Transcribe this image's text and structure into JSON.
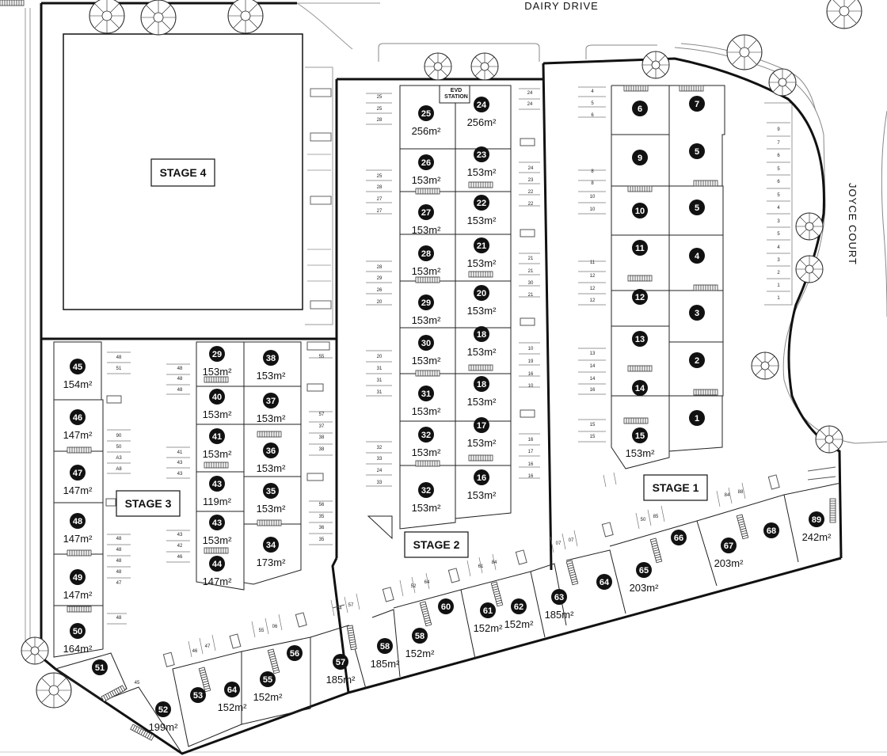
{
  "roads": {
    "dairy_drive": "DAIRY DRIVE",
    "joyce_court": "JOYCE COURT"
  },
  "stages": {
    "stage1": "STAGE 1",
    "stage2": "STAGE 2",
    "stage3": "STAGE 3",
    "stage4": "STAGE 4"
  },
  "ev_station": {
    "line1": "EVD",
    "line2": "STATION"
  },
  "lots": [
    {
      "num": "1"
    },
    {
      "num": "2"
    },
    {
      "num": "3"
    },
    {
      "num": "4"
    },
    {
      "num": "5"
    },
    {
      "num": "5"
    },
    {
      "num": "6"
    },
    {
      "num": "7"
    },
    {
      "num": "9"
    },
    {
      "num": "10"
    },
    {
      "num": "11"
    },
    {
      "num": "12"
    },
    {
      "num": "13"
    },
    {
      "num": "14"
    },
    {
      "num": "15",
      "area": "153m²"
    },
    {
      "num": "16",
      "area": "153m²"
    },
    {
      "num": "17",
      "area": "153m²"
    },
    {
      "num": "18",
      "area": "153m²"
    },
    {
      "num": "18",
      "area": "153m²"
    },
    {
      "num": "20",
      "area": "153m²"
    },
    {
      "num": "21",
      "area": "153m²"
    },
    {
      "num": "22",
      "area": "153m²"
    },
    {
      "num": "23",
      "area": "153m²"
    },
    {
      "num": "24",
      "area": "256m²"
    },
    {
      "num": "25",
      "area": "256m²"
    },
    {
      "num": "26",
      "area": "153m²"
    },
    {
      "num": "27",
      "area": "153m²"
    },
    {
      "num": "28",
      "area": "153m²"
    },
    {
      "num": "29",
      "area": "153m²"
    },
    {
      "num": "30",
      "area": "153m²"
    },
    {
      "num": "31",
      "area": "153m²"
    },
    {
      "num": "32",
      "area": "153m²"
    },
    {
      "num": "32",
      "area": "153m²"
    },
    {
      "num": "38",
      "area": "153m²"
    },
    {
      "num": "37",
      "area": "153m²"
    },
    {
      "num": "36",
      "area": "153m²"
    },
    {
      "num": "35",
      "area": "153m²"
    },
    {
      "num": "34",
      "area": "173m²"
    },
    {
      "num": "29",
      "area": "153m²"
    },
    {
      "num": "40",
      "area": "153m²"
    },
    {
      "num": "41",
      "area": "153m²"
    },
    {
      "num": "43",
      "area": "119m²"
    },
    {
      "num": "43",
      "area": "153m²"
    },
    {
      "num": "44",
      "area": "147m²"
    },
    {
      "num": "45",
      "area": "154m²"
    },
    {
      "num": "46",
      "area": "147m²"
    },
    {
      "num": "47",
      "area": "147m²"
    },
    {
      "num": "48",
      "area": "147m²"
    },
    {
      "num": "49",
      "area": "147m²"
    },
    {
      "num": "50",
      "area": "164m²"
    },
    {
      "num": "51"
    },
    {
      "num": "52",
      "area": "199m²"
    },
    {
      "num": "53"
    },
    {
      "num": "64",
      "area": "152m²"
    },
    {
      "num": "55",
      "area": "152m²"
    },
    {
      "num": "56"
    },
    {
      "num": "57",
      "area": "185m²"
    },
    {
      "num": "58",
      "area": "185m²"
    },
    {
      "num": "58",
      "area": "152m²"
    },
    {
      "num": "60"
    },
    {
      "num": "61",
      "area": "152m²"
    },
    {
      "num": "62",
      "area": "152m²"
    },
    {
      "num": "63",
      "area": "185m²"
    },
    {
      "num": "64"
    },
    {
      "num": "65",
      "area": "203m²"
    },
    {
      "num": "66"
    },
    {
      "num": "67",
      "area": "203m²"
    },
    {
      "num": "68"
    },
    {
      "num": "89",
      "area": "242m²"
    }
  ],
  "bays": [
    "25",
    "25",
    "28",
    "24",
    "24",
    "4",
    "5",
    "6",
    "8",
    "8",
    "10",
    "10",
    "11",
    "12",
    "12",
    "12",
    "13",
    "14",
    "14",
    "16",
    "15",
    "15",
    "9",
    "7",
    "6",
    "5",
    "6",
    "5",
    "4",
    "3",
    "5",
    "4",
    "3",
    "2",
    "1",
    "1",
    "25",
    "28",
    "27",
    "27",
    "28",
    "29",
    "26",
    "20",
    "20",
    "31",
    "31",
    "31",
    "32",
    "33",
    "24",
    "33",
    "24",
    "23",
    "22",
    "22",
    "21",
    "21",
    "30",
    "21",
    "10",
    "19",
    "16",
    "10",
    "16",
    "17",
    "16",
    "16",
    "55",
    "57",
    "37",
    "38",
    "38",
    "56",
    "35",
    "36",
    "35",
    "48",
    "48",
    "48",
    "41",
    "43",
    "43",
    "43",
    "42",
    "46",
    "48",
    "51",
    "90",
    "50",
    "A3",
    "A8",
    "48",
    "48",
    "48",
    "48",
    "47",
    "48",
    "46",
    "47",
    "45",
    "55",
    "06",
    "54",
    "57",
    "52",
    "64",
    "61",
    "84",
    "07",
    "07",
    "50",
    "85",
    "84",
    "88"
  ]
}
